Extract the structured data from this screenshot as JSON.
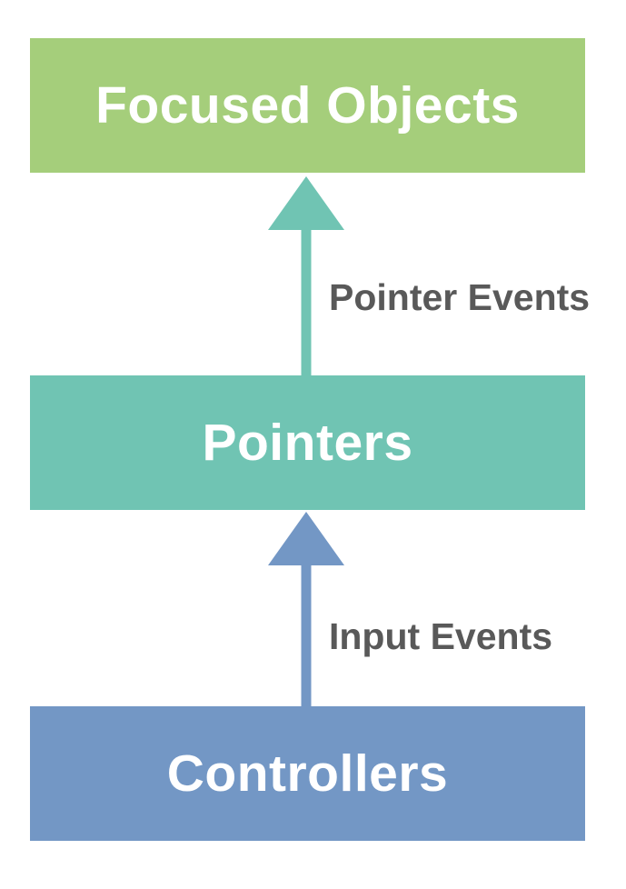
{
  "diagram": {
    "background": "#ffffff",
    "nodes": [
      {
        "id": "focused-objects",
        "label": "Focused Objects",
        "fill": "#a5ce7b",
        "text_color": "#ffffff"
      },
      {
        "id": "pointers",
        "label": "Pointers",
        "fill": "#70c4b3",
        "text_color": "#ffffff"
      },
      {
        "id": "controllers",
        "label": "Controllers",
        "fill": "#7397c5",
        "text_color": "#ffffff"
      }
    ],
    "arrows": [
      {
        "id": "pointer-events",
        "label": "Pointer Events",
        "from": "Pointers",
        "to": "Focused Objects",
        "direction": "up",
        "color": "#70c4b3",
        "label_color": "#595959"
      },
      {
        "id": "input-events",
        "label": "Input Events",
        "from": "Controllers",
        "to": "Pointers",
        "direction": "up",
        "color": "#7397c5",
        "label_color": "#595959"
      }
    ]
  }
}
